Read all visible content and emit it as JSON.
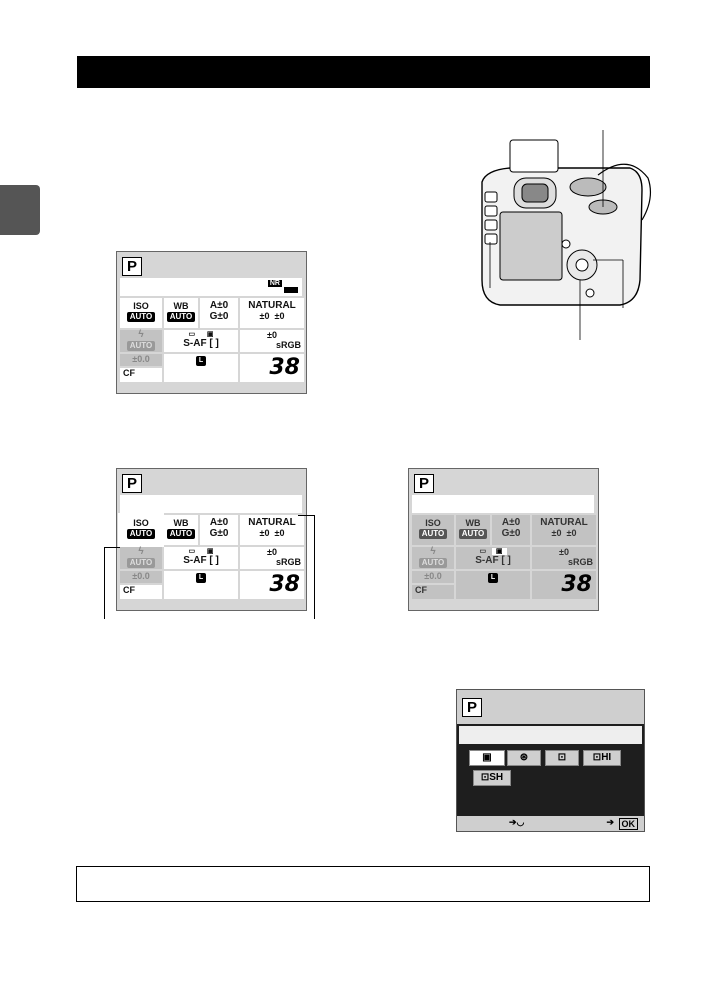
{
  "screen_a": {
    "mode": "P",
    "badge_nr": "NR",
    "iso_label": "ISO",
    "iso_value": "AUTO",
    "wb_label": "WB",
    "wb_value": "AUTO",
    "wb_a": "A±0",
    "wb_g": "G±0",
    "picture_mode": "NATURAL",
    "sharp": "±0",
    "contrast": "±0",
    "sat": "±0",
    "flash_value": "AUTO",
    "af_mode": "S-AF",
    "color_space": "sRGB",
    "exp_comp": "±0.0",
    "cf": "CF",
    "quality": "L",
    "frames": "38"
  },
  "menu": {
    "mode": "P",
    "opt_sh": "SH",
    "opt_hi": "HI",
    "ok": "OK"
  }
}
